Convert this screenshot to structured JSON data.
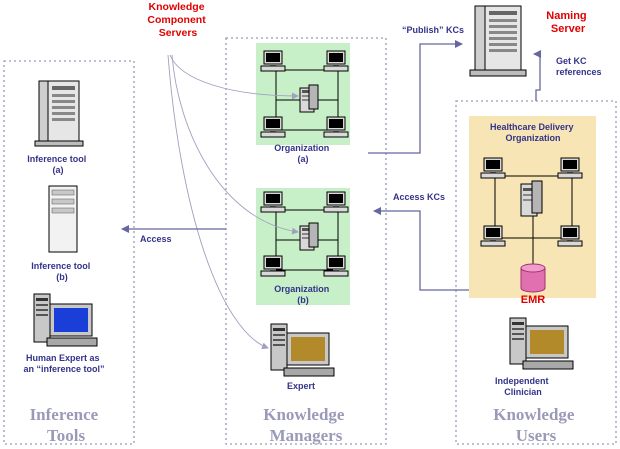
{
  "diagram": {
    "ks_servers": [
      "Knowledge",
      "Component",
      "Servers"
    ],
    "naming_server": [
      "Naming",
      "Server"
    ],
    "publish_kcs": "“Publish” KCs",
    "get_kc_refs": [
      "Get KC",
      "references"
    ],
    "access_kcs": "Access KCs",
    "access": "Access",
    "org_a": [
      "Organization",
      "(a)"
    ],
    "org_b": [
      "Organization",
      "(b)"
    ],
    "expert": "Expert",
    "inference_tool_a": [
      "Inference tool",
      "(a)"
    ],
    "inference_tool_b": [
      "Inference tool",
      "(b)"
    ],
    "human_expert": [
      "Human Expert as",
      "an “inference tool”"
    ],
    "hdo": [
      "Healthcare Delivery",
      "Organization"
    ],
    "emr": "EMR",
    "independent_clinician": [
      "Independent",
      "Clinician"
    ],
    "group_inference": [
      "Inference",
      "Tools"
    ],
    "group_managers": [
      "Knowledge",
      "Managers"
    ],
    "group_users": [
      "Knowledge",
      "Users"
    ]
  },
  "colors": {
    "arrow": "#6666a0",
    "org_fill": "#c8f0c8",
    "hdo_fill": "#f7e5b5",
    "highlight_red": "#e00000",
    "label_blue": "#33338a",
    "group_title": "#9a9ab8"
  }
}
